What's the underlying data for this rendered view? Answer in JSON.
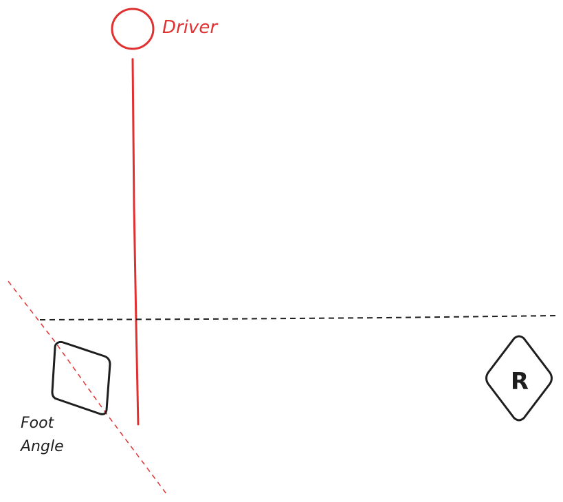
{
  "labels": {
    "driver": "Driver",
    "foot_line1": "Foot",
    "foot_line2": "Angle",
    "marker_letter": "R"
  },
  "colors": {
    "driver": "#e03131",
    "ink": "#1e1e1e",
    "background": "#ffffff"
  }
}
